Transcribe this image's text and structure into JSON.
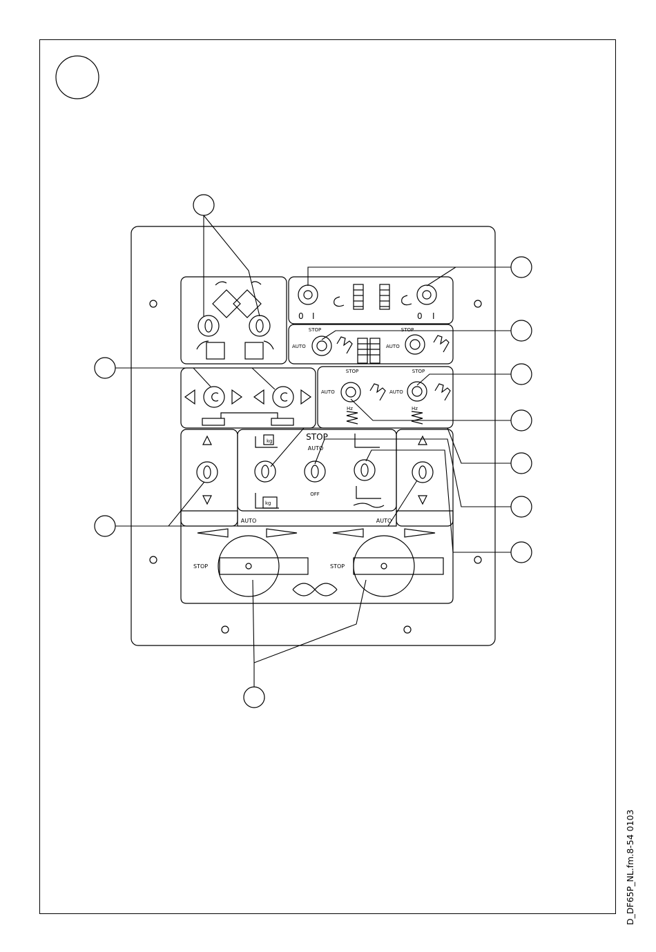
{
  "document": {
    "file_code": "D_DF65P_NL.fm.8-54 0103"
  },
  "panel": {
    "stop_center": "STOP",
    "auto_center": "AUTO",
    "off": "OFF",
    "stop_a": "STOP",
    "stop_b": "STOP",
    "stop_c": "STOP",
    "stop_d": "STOP",
    "auto_a": "AUTO",
    "auto_b": "AUTO",
    "auto_c": "AUTO",
    "auto_d": "AUTO",
    "hz_a": "Hz",
    "hz_b": "Hz",
    "kg_a": "kg",
    "kg_b": "kg",
    "auto_bottom_left": "AUTO",
    "auto_bottom_right": "AUTO",
    "stop_dial_left": "STOP",
    "stop_dial_right": "STOP",
    "zero_left": "0",
    "one_left": "I",
    "zero_right": "0",
    "one_right": "I"
  }
}
